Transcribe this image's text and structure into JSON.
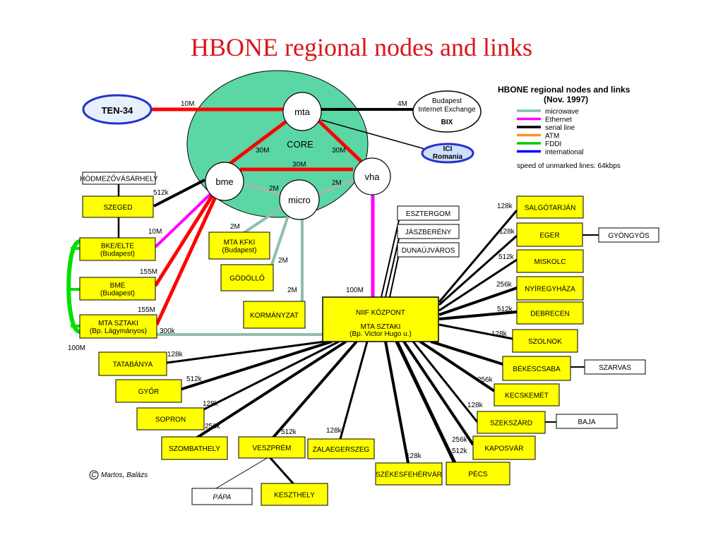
{
  "title": "HBONE regional nodes and links",
  "core_label": "CORE",
  "legend": {
    "title": "HBONE regional nodes and links",
    "subtitle": "(Nov. 1997)",
    "items": [
      {
        "label": "microwave",
        "color": "#7fc6a4"
      },
      {
        "label": "Ethernet",
        "color": "#ff00ff"
      },
      {
        "label": "serial line",
        "color": "#000000"
      },
      {
        "label": "ATM",
        "color": "#f7941d"
      },
      {
        "label": "FDDI",
        "color": "#00cc00"
      },
      {
        "label": "international",
        "color": "#0000ff"
      }
    ],
    "note": "speed of unmarked lines: 64kbps"
  },
  "colors": {
    "core_fill": "#5bd6a5",
    "node_fill": "#ffff00",
    "red": "#ff0000",
    "magenta": "#ff00ff",
    "microwave": "#8fbfa8",
    "fddi": "#00e000",
    "black": "#000000",
    "intl_fill": "#cfe0ff",
    "intl_stroke": "#2233cc"
  },
  "core_nodes": {
    "mta": "mta",
    "bme": "bme",
    "vha": "vha",
    "micro": "micro"
  },
  "external": {
    "ten34": "TEN-34",
    "bix": [
      "Budapest",
      "Internet Exchange",
      "BIX"
    ],
    "ici": [
      "ICI",
      "Romania"
    ]
  },
  "nodes": {
    "hodmezo": "HÓDMEZŐVÁSÁRHELY",
    "szeged": "SZEGED",
    "bke": [
      "BKE/ELTE",
      "(Budapest)"
    ],
    "bmeb": [
      "BME",
      "(Budapest)"
    ],
    "sztaki": [
      "MTA SZTAKI",
      "(Bp. Lágymányos)"
    ],
    "kfki": [
      "MTA KFKI",
      "(Budapest)"
    ],
    "godollo": "GÖDÖLLŐ",
    "kormany": "KORMÁNYZAT",
    "eszter": "ESZTERGOM",
    "jasz": "JÁSZBERÉNY",
    "duna": "DUNAÚJVÁROS",
    "niif": [
      "NIIF KÖZPONT",
      "MTA SZTAKI",
      "(Bp. Victor Hugo u.)"
    ],
    "salgo": "SALGÓTARJÁN",
    "eger": "EGER",
    "gyongy": "GYÖNGYÖS",
    "misk": "MISKOLC",
    "nyir": "NYÍREGYHÁZA",
    "debr": "DEBRECEN",
    "szoln": "SZOLNOK",
    "bekes": "BÉKÉSCSABA",
    "szarv": "SZARVAS",
    "kecsk": "KECSKEMÉT",
    "szeksz": "SZEKSZÁRD",
    "baja": "BAJA",
    "kapos": "KAPOSVÁR",
    "pecs": "PÉCS",
    "szfehv": "SZÉKESFEHÉRVÁR",
    "zala": "ZALAEGERSZEG",
    "veszp": "VESZPRÉM",
    "keszt": "KESZTHELY",
    "papa": "PÁPA",
    "szomb": "SZOMBATHELY",
    "sopron": "SOPRON",
    "gyor": "GYŐR",
    "tatab": "TATABÁNYA"
  },
  "speeds": {
    "ten34": "10M",
    "bix": "4M",
    "bme_mta": "30M",
    "mta_vha": "30M",
    "bme_vha": "30M",
    "bme_micro": "2M",
    "vha_micro": "2M",
    "szeged": "512k",
    "bke": "10M",
    "bmeb": "155M",
    "sztaki": "155M",
    "fddi": "100M",
    "kfki": "2M",
    "godollo": "2M",
    "kormany": "2M",
    "niif": "100M",
    "sztaki_niif": "300k",
    "salgo": "128k",
    "eger": "128k",
    "misk": "512k",
    "nyir": "256k",
    "debr": "512k",
    "szoln": "128k",
    "bekes": "256k",
    "kecsk": "128k",
    "kapos": "256k",
    "pecs": "512k",
    "szfehv": "128k",
    "zala": "128k",
    "veszp": "512k",
    "szomb": "256k",
    "sopron": "128k",
    "gyor": "512k",
    "tatab": "128k"
  },
  "copyright": "Martos, Balázs"
}
